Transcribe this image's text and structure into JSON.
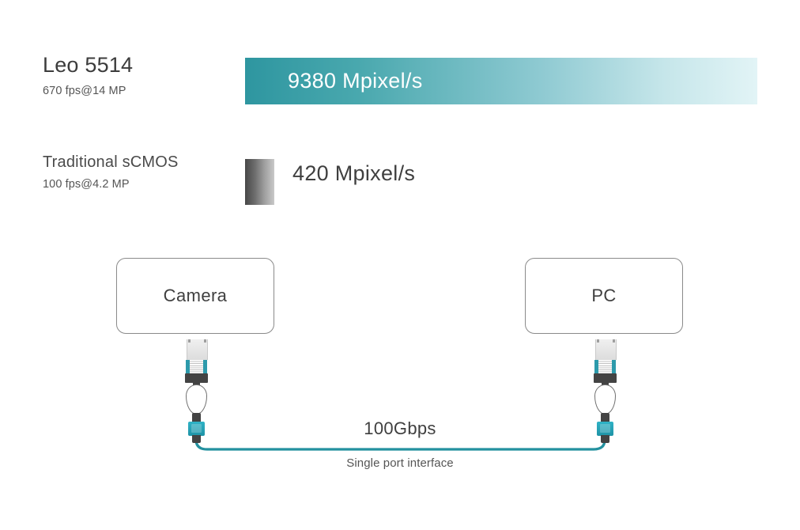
{
  "comparison": {
    "rows": [
      {
        "title": "Leo 5514",
        "subtitle": "670 fps@14 MP",
        "value_label": "9380 Mpixel/s",
        "value": 9380,
        "unit": "Mpixel/s",
        "bar_style": "teal-gradient",
        "gradient_start": "#2e96a0",
        "gradient_end": "#e2f4f6",
        "value_text_color": "#ffffff"
      },
      {
        "title": "Traditional sCMOS",
        "subtitle": "100 fps@4.2 MP",
        "value_label": "420 Mpixel/s",
        "value": 420,
        "unit": "Mpixel/s",
        "bar_style": "gray-gradient",
        "gradient_start": "#474747",
        "gradient_end": "#c9c9c9",
        "value_text_color": "#3f3f3f"
      }
    ]
  },
  "diagram": {
    "source_node": "Camera",
    "target_node": "PC",
    "link_speed": "100Gbps",
    "link_note": "Single port interface",
    "cable_color": "#23919f",
    "connector_accent": "#2d9aab",
    "connector_body_color": "#dcdcdc",
    "node_border_color": "#8a8a8a"
  }
}
